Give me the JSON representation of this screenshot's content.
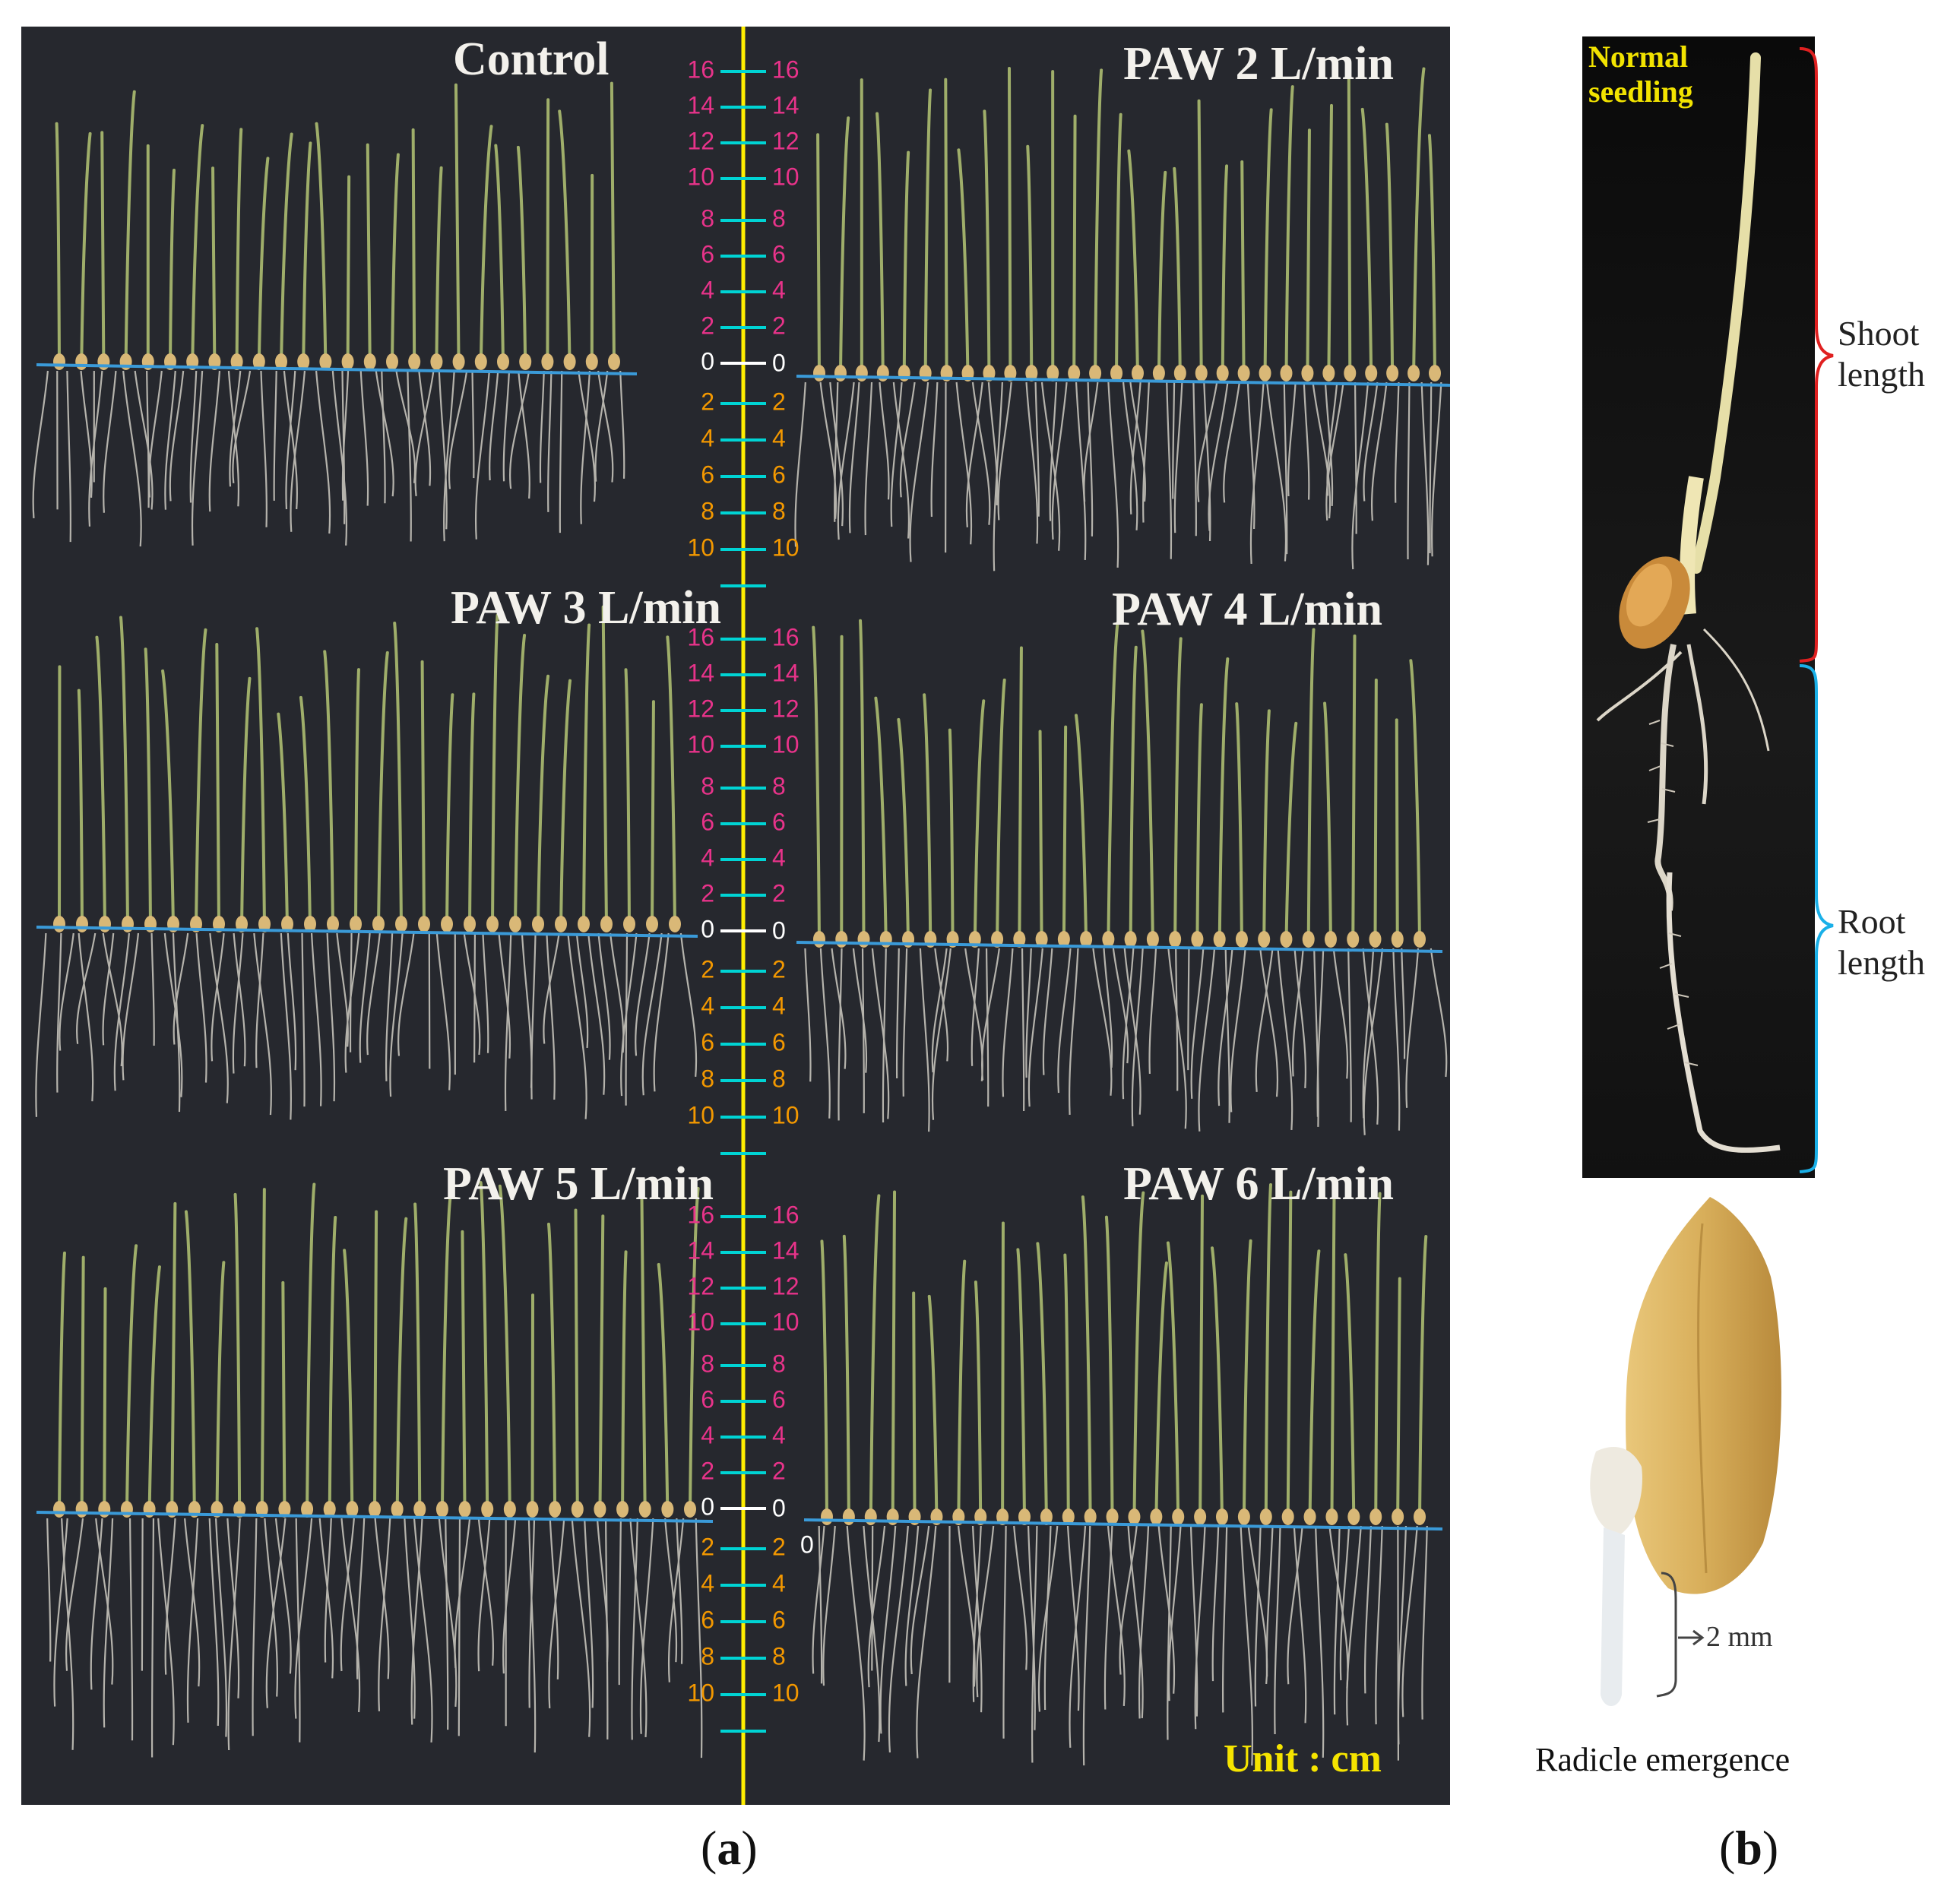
{
  "panel_a": {
    "titles": {
      "control": "Control",
      "paw2": "PAW  2 L/min",
      "paw3": "PAW 3 L/min",
      "paw4": "PAW 4 L/min",
      "paw5": "PAW 5 L/min",
      "paw6": "PAW 6 L/min"
    },
    "unit_label": "Unit : cm",
    "scale": {
      "shoot_ticks": [
        "16",
        "14",
        "12",
        "10",
        "8",
        "6",
        "4",
        "2"
      ],
      "zero": "0",
      "root_ticks": [
        "2",
        "4",
        "6",
        "8",
        "10"
      ],
      "shoot_color": "#e8338a",
      "root_color": "#f39800",
      "zero_color": "#ffffff",
      "tick_color": "#00d4d4",
      "axis_color": "#ffee00"
    },
    "stray_zero": "0",
    "caption": "a"
  },
  "panel_b": {
    "normal_seedling": [
      "Normal",
      "seedling"
    ],
    "shoot_length": [
      "Shoot",
      "length"
    ],
    "root_length": [
      "Root",
      "length"
    ],
    "shoot_bracket_color": "#e02020",
    "root_bracket_color": "#1ab0e8",
    "measure": "2 mm",
    "radicle_caption": "Radicle emergence",
    "caption": "b"
  }
}
